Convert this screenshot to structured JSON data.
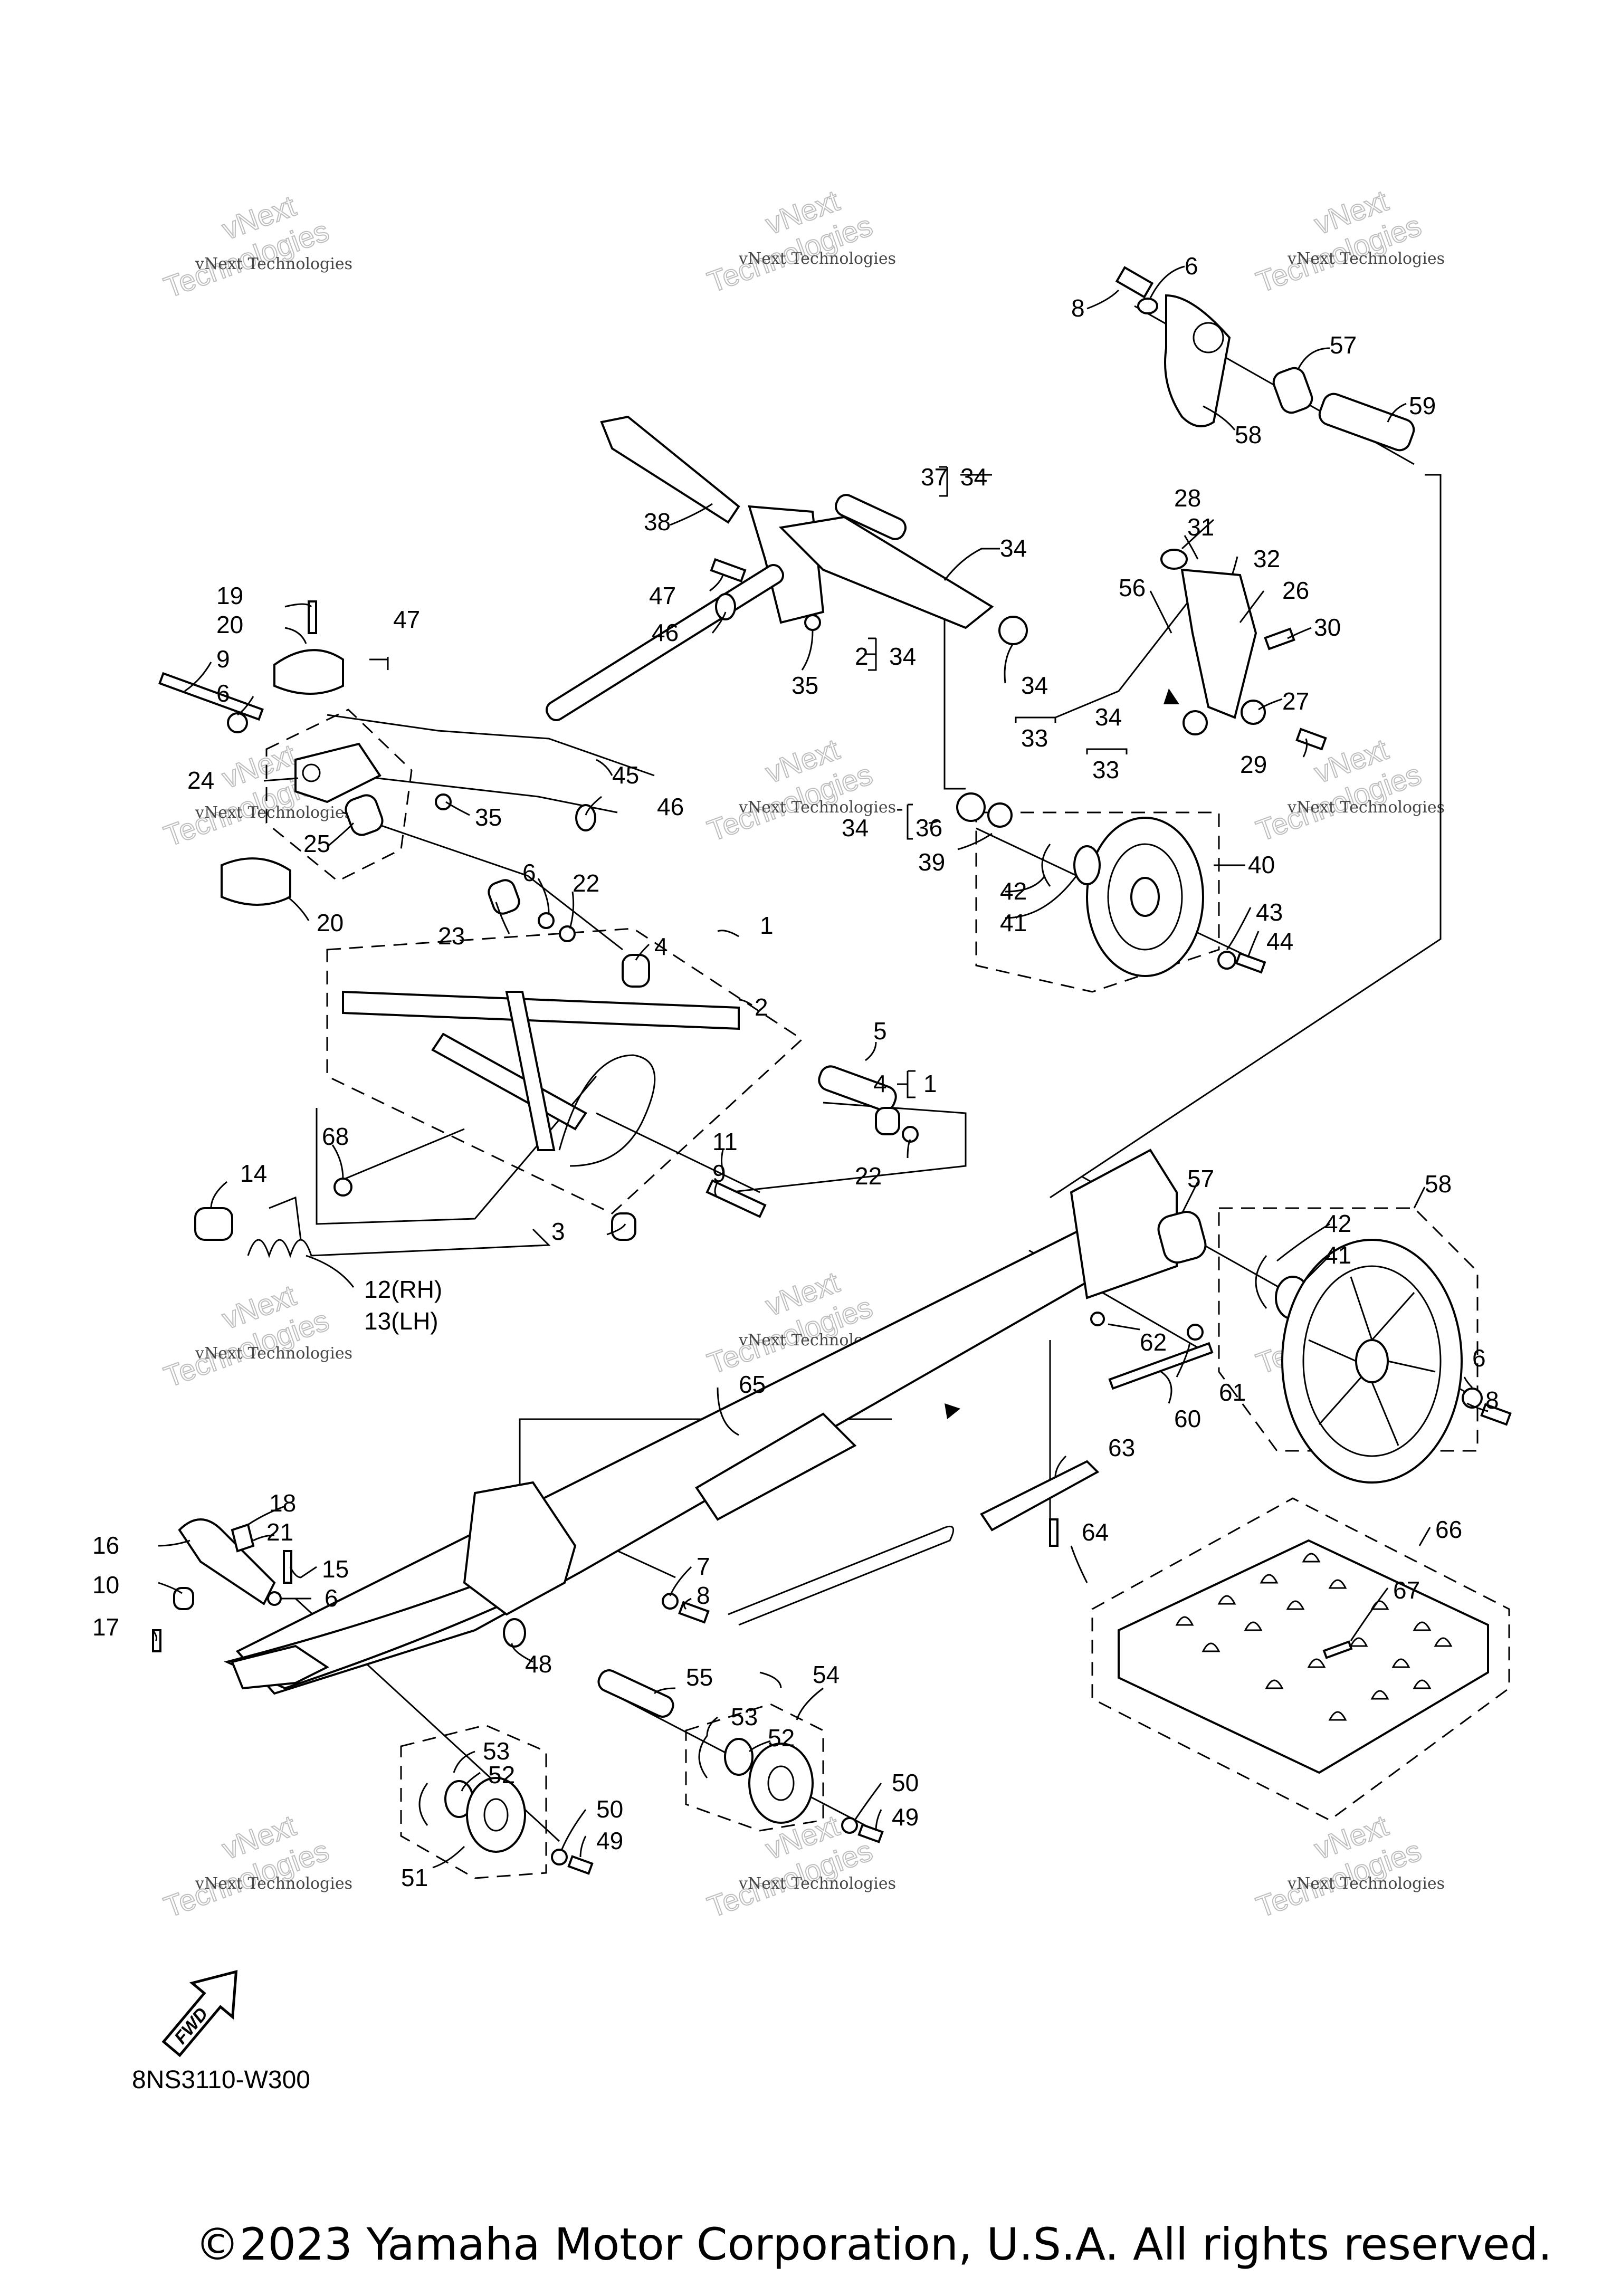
{
  "watermark": {
    "line1": "vNext Technologies",
    "line2": "vNext",
    "line3": "Technologies"
  },
  "diagram_code": "8NS3110-W300",
  "copyright": "©2023 Yamaha Motor Corporation, U.S.A. All rights reserved.",
  "fwd_label": "FWD",
  "labels": {
    "l1": "1",
    "l1b": "1",
    "l2": "2",
    "l2b": "2",
    "l3": "3",
    "l4": "4",
    "l4b": "4",
    "l5": "5",
    "l6a": "6",
    "l6b": "6",
    "l6c": "6",
    "l6d": "6",
    "l6e": "6",
    "l7": "7",
    "l8a": "8",
    "l8b": "8",
    "l8c": "8",
    "l9a": "9",
    "l9b": "9",
    "l10": "10",
    "l11": "11",
    "l12": "12(RH)",
    "l13": "13(LH)",
    "l14": "14",
    "l15": "15",
    "l16": "16",
    "l17": "17",
    "l18": "18",
    "l19": "19",
    "l20a": "20",
    "l20b": "20",
    "l21": "21",
    "l22a": "22",
    "l22b": "22",
    "l23": "23",
    "l24": "24",
    "l25": "25",
    "l26": "26",
    "l27": "27",
    "l28": "28",
    "l29": "29",
    "l30": "30",
    "l31": "31",
    "l32": "32",
    "l33a": "33",
    "l33b": "33",
    "l34a": "34",
    "l34b": "34",
    "l34c": "34",
    "l34d": "34",
    "l34e": "34",
    "l34f": "34",
    "l35a": "35",
    "l35b": "35",
    "l36": "36",
    "l37": "37",
    "l38": "38",
    "l39": "39",
    "l40": "40",
    "l41a": "41",
    "l41b": "41",
    "l42a": "42",
    "l42b": "42",
    "l43": "43",
    "l44": "44",
    "l45": "45",
    "l46a": "46",
    "l46b": "46",
    "l47a": "47",
    "l47b": "47",
    "l48": "48",
    "l49a": "49",
    "l49b": "49",
    "l50a": "50",
    "l50b": "50",
    "l51": "51",
    "l52a": "52",
    "l52b": "52",
    "l53a": "53",
    "l53b": "53",
    "l54": "54",
    "l55": "55",
    "l56": "56",
    "l57a": "57",
    "l57b": "57",
    "l58a": "58",
    "l58b": "58",
    "l59": "59",
    "l60": "60",
    "l61": "61",
    "l62": "62",
    "l63": "63",
    "l64": "64",
    "l65": "65",
    "l66": "66",
    "l67": "67",
    "l68": "68"
  }
}
